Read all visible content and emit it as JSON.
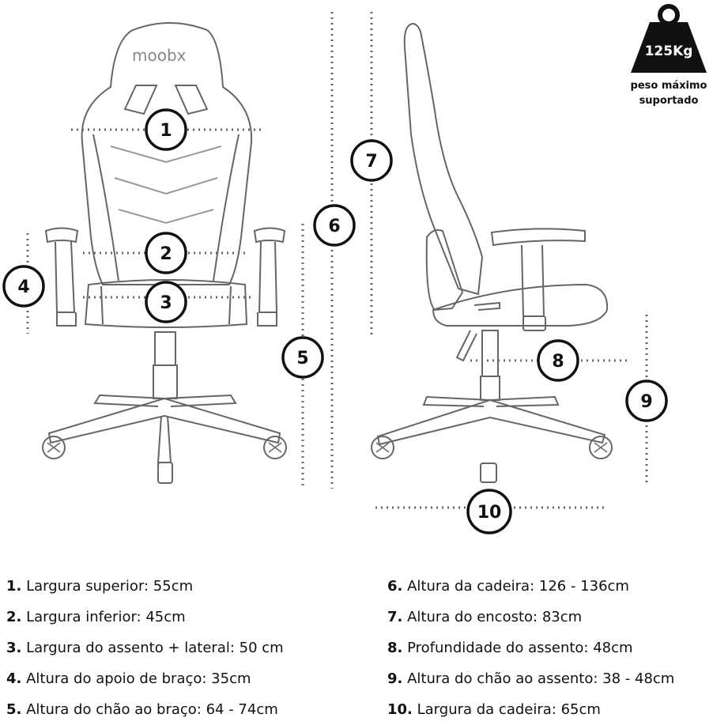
{
  "brand": "moobx",
  "weight_badge": {
    "value": "125Kg",
    "caption_line1": "peso máximo",
    "caption_line2": "suportado"
  },
  "markers": [
    "1",
    "2",
    "3",
    "4",
    "5",
    "6",
    "7",
    "8",
    "9",
    "10"
  ],
  "specs": [
    {
      "number": "1.",
      "text": "Largura superior: 55cm"
    },
    {
      "number": "2.",
      "text": "Largura inferior: 45cm"
    },
    {
      "number": "3.",
      "text": "Largura do assento + lateral: 50 cm"
    },
    {
      "number": "4.",
      "text": "Altura do apoio de braço: 35cm"
    },
    {
      "number": "5.",
      "text": "Altura do chão ao braço: 64 - 74cm"
    },
    {
      "number": "6.",
      "text": "Altura da cadeira: 126 - 136cm"
    },
    {
      "number": "7.",
      "text": "Altura do encosto: 83cm"
    },
    {
      "number": "8.",
      "text": "Profundidade do assento: 48cm"
    },
    {
      "number": "9.",
      "text": "Altura do chão ao assento: 38 - 48cm"
    },
    {
      "number": "10.",
      "text": "Largura da cadeira: 65cm"
    }
  ]
}
